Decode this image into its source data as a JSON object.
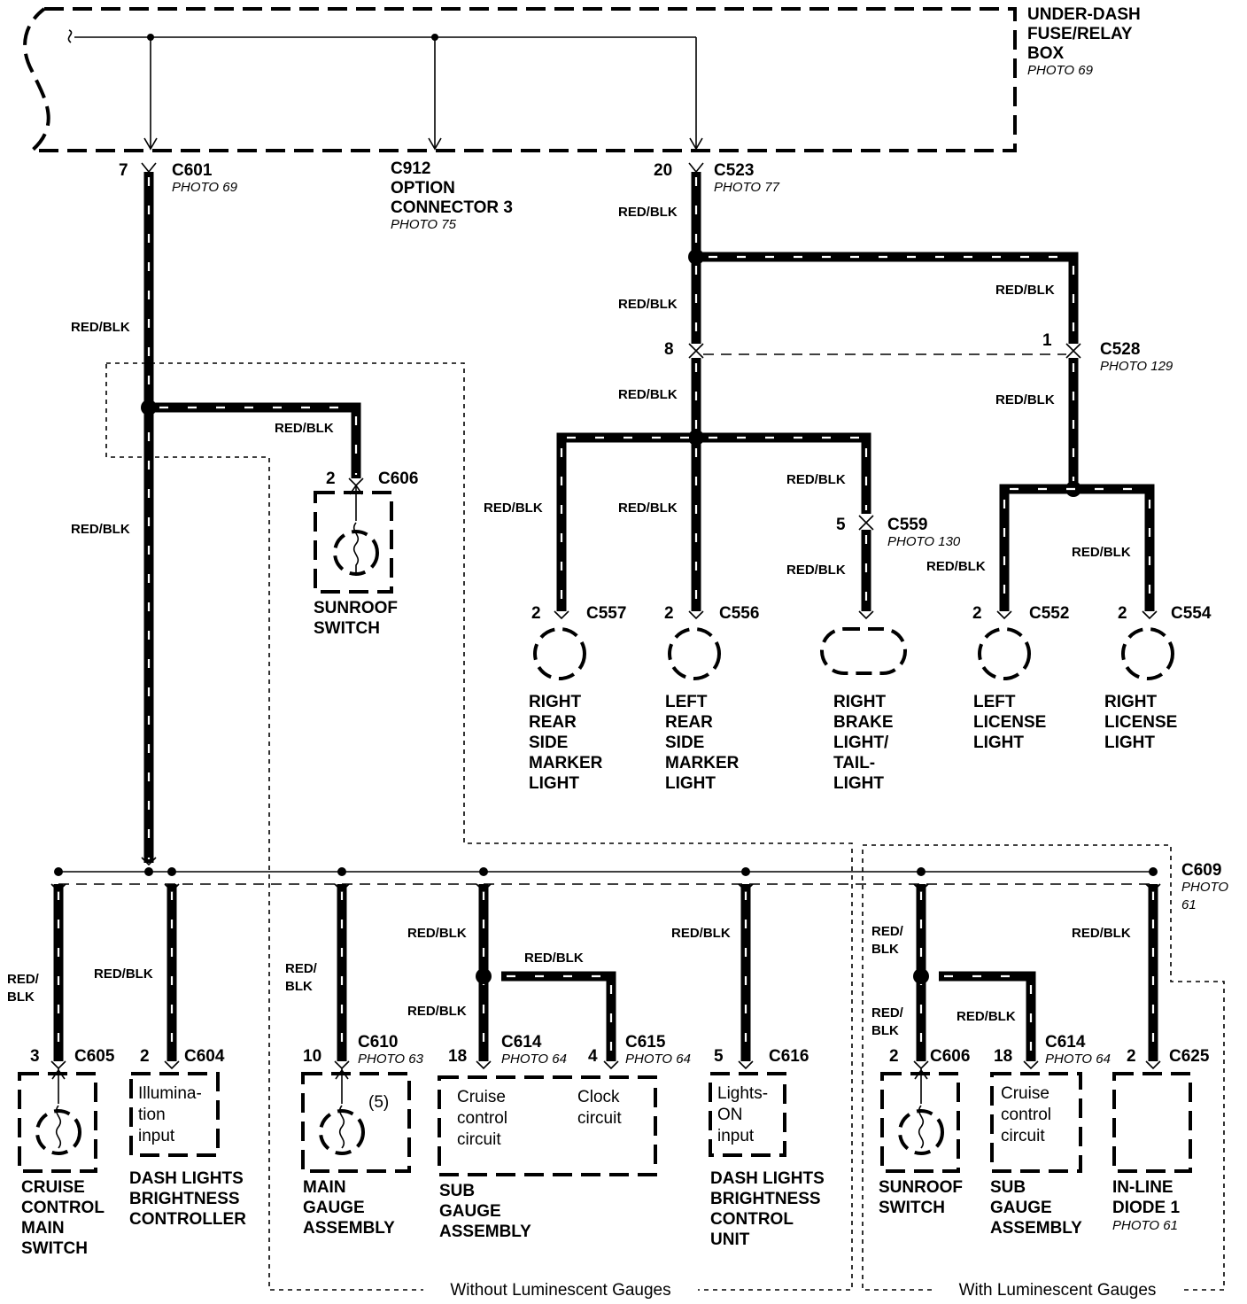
{
  "fuse_box": {
    "l1": "UNDER-DASH",
    "l2": "FUSE/RELAY",
    "l3": "BOX",
    "photo": "PHOTO 69"
  },
  "c601": {
    "pin": "7",
    "id": "C601",
    "photo": "PHOTO 69"
  },
  "c912": {
    "l1": "C912",
    "l2": "OPTION",
    "l3": "CONNECTOR 3",
    "photo": "PHOTO 75"
  },
  "c523": {
    "pin": "20",
    "id": "C523",
    "photo": "PHOTO 77"
  },
  "c528": {
    "pin_left": "8",
    "pin_right": "1",
    "id": "C528",
    "photo": "PHOTO 129"
  },
  "c559": {
    "pin": "5",
    "id": "C559",
    "photo": "PHOTO 130"
  },
  "c609": {
    "id": "C609",
    "photo_l1": "PHOTO",
    "photo_l2": "61"
  },
  "wire_color": "RED/BLK",
  "wire_color_split": {
    "l1": "RED/",
    "l2": "BLK"
  },
  "top_sunroof": {
    "pin": "2",
    "id": "C606",
    "l1": "SUNROOF",
    "l2": "SWITCH"
  },
  "lights": [
    {
      "pin": "2",
      "id": "C557",
      "lines": [
        "RIGHT",
        "REAR",
        "SIDE",
        "MARKER",
        "LIGHT"
      ]
    },
    {
      "pin": "2",
      "id": "C556",
      "lines": [
        "LEFT",
        "REAR",
        "SIDE",
        "MARKER",
        "LIGHT"
      ]
    },
    {
      "lines": [
        "RIGHT",
        "BRAKE",
        "LIGHT/",
        "TAIL-",
        "LIGHT"
      ]
    },
    {
      "pin": "2",
      "id": "C552",
      "lines": [
        "LEFT",
        "LICENSE",
        "LIGHT"
      ]
    },
    {
      "pin": "2",
      "id": "C554",
      "lines": [
        "RIGHT",
        "LICENSE",
        "LIGHT"
      ]
    }
  ],
  "bottom": {
    "cruise": {
      "pin": "3",
      "id": "C605",
      "lines": [
        "CRUISE",
        "CONTROL",
        "MAIN",
        "SWITCH"
      ]
    },
    "dash_ctrl": {
      "pin": "2",
      "id": "C604",
      "inner": [
        "Illumina-",
        "tion",
        "input"
      ],
      "lines": [
        "DASH LIGHTS",
        "BRIGHTNESS",
        "CONTROLLER"
      ]
    },
    "main_gauge": {
      "pin": "10",
      "id": "C610",
      "photo": "PHOTO 63",
      "count": "(5)",
      "lines": [
        "MAIN",
        "GAUGE",
        "ASSEMBLY"
      ]
    },
    "sub_gauge": {
      "pin_a": "18",
      "id_a": "C614",
      "photo_a": "PHOTO 64",
      "pin_b": "4",
      "id_b": "C615",
      "photo_b": "PHOTO 64",
      "inner_a": [
        "Cruise",
        "control",
        "circuit"
      ],
      "inner_b": [
        "Clock",
        "circuit"
      ],
      "lines": [
        "SUB",
        "GAUGE",
        "ASSEMBLY"
      ]
    },
    "dash_unit": {
      "pin": "5",
      "id": "C616",
      "inner": [
        "Lights-",
        "ON",
        "input"
      ],
      "lines": [
        "DASH LIGHTS",
        "BRIGHTNESS",
        "CONTROL",
        "UNIT"
      ]
    },
    "sunroof2": {
      "pin": "2",
      "id": "C606",
      "lines": [
        "SUNROOF",
        "SWITCH"
      ]
    },
    "sub_gauge2": {
      "pin": "18",
      "id": "C614",
      "photo": "PHOTO 64",
      "inner": [
        "Cruise",
        "control",
        "circuit"
      ],
      "lines": [
        "SUB",
        "GAUGE",
        "ASSEMBLY"
      ]
    },
    "diode": {
      "pin": "2",
      "id": "C625",
      "lines": [
        "IN-LINE",
        "DIODE 1"
      ],
      "photo": "PHOTO 61"
    }
  },
  "notes": {
    "without": "Without Luminescent Gauges",
    "with": "With Luminescent Gauges"
  }
}
